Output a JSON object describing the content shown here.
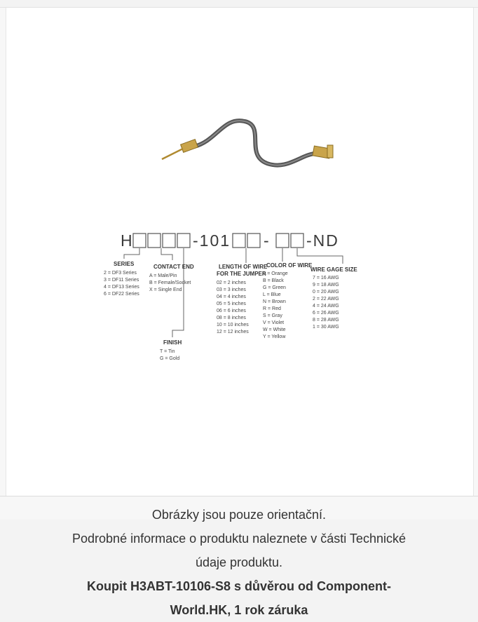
{
  "product_image": {
    "part_code_segments": {
      "prefix": "H",
      "middle": "-101",
      "sep": "-",
      "suffix": "-ND"
    },
    "legend": {
      "series": {
        "heading": "SERIES",
        "items": [
          "2 = DF3 Series",
          "3 = DF11 Series",
          "4 = DF13 Series",
          "6 = DF22 Series"
        ]
      },
      "contact_end": {
        "heading": "CONTACT END",
        "items": [
          "A = Male/Pin",
          "B = Female/Socket",
          "X = Single End"
        ]
      },
      "finish": {
        "heading": "FINISH",
        "items": [
          "T = Tin",
          "G = Gold"
        ]
      },
      "length": {
        "heading_line1": "LENGTH OF WIRE",
        "heading_line2": "FOR THE JUMPER",
        "items": [
          "02 = 2 inches",
          "03 = 3 inches",
          "04 = 4 inches",
          "05 = 5 inches",
          "06 = 6 inches",
          "08 = 8 inches",
          "10 = 10 inches",
          "12 = 12 inches"
        ]
      },
      "color": {
        "heading": "COLOR OF WIRE",
        "items": [
          "A = Orange",
          "B = Black",
          "G = Green",
          "L = Blue",
          "N = Brown",
          "R = Red",
          "S = Gray",
          "V = Violet",
          "W = White",
          "Y = Yellow"
        ]
      },
      "gage": {
        "heading": "WIRE GAGE SIZE",
        "items": [
          "7 = 16 AWG",
          "9 = 18 AWG",
          "0 = 20 AWG",
          "2 = 22 AWG",
          "4 = 24 AWG",
          "6 = 26 AWG",
          "8 = 28 AWG",
          "1 = 30 AWG"
        ]
      }
    }
  },
  "caption": {
    "line1": "Obrázky jsou pouze orientační.",
    "line2": "Podrobné informace o produktu naleznete v části Technické",
    "line3": "údaje produktu.",
    "cta_line1": "Koupit H3ABT-10106-S8 s důvěrou od Component-",
    "cta_line2": "World.HK, 1 rok záruka"
  }
}
